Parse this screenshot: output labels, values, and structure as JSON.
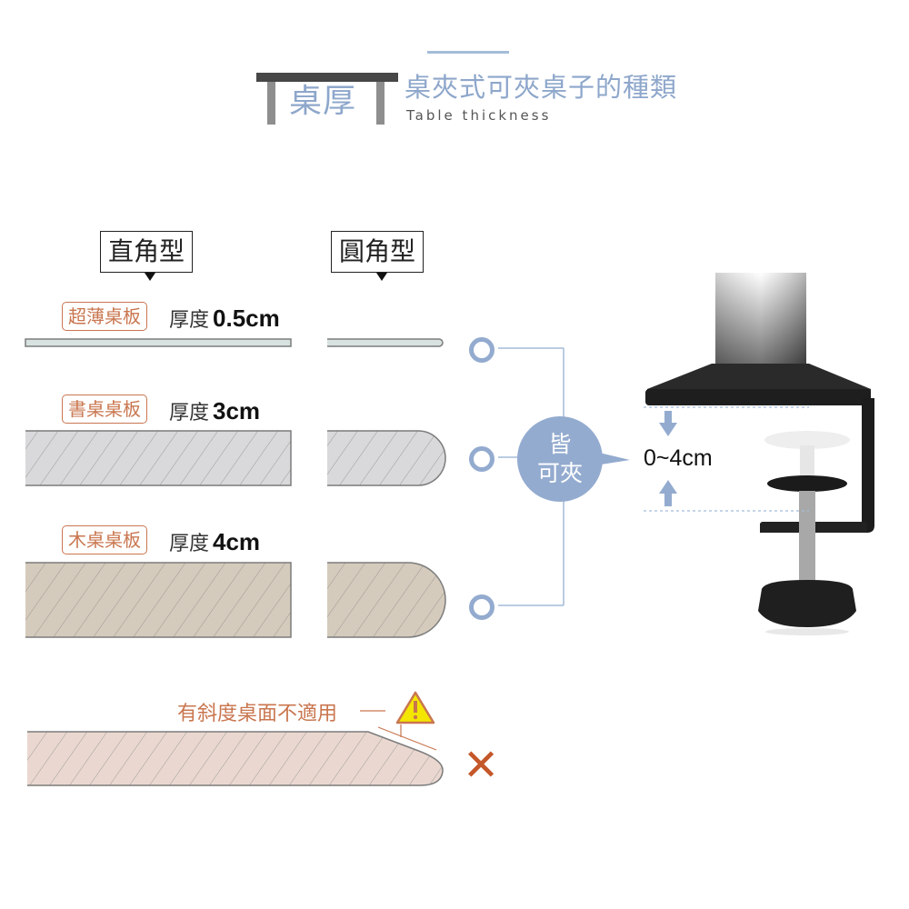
{
  "header": {
    "badge_text": "桌厚",
    "title": "桌夾式可夾桌子的種類",
    "subtitle": "Table thickness"
  },
  "edge_types": [
    {
      "label": "直角型"
    },
    {
      "label": "圓角型"
    }
  ],
  "boards": [
    {
      "tag": "超薄桌板",
      "thickness_label": "厚度",
      "thickness_value": "0.5cm",
      "fill": "#d7e2e1"
    },
    {
      "tag": "書桌桌板",
      "thickness_label": "厚度",
      "thickness_value": "3cm",
      "fill": "#d9d9db"
    },
    {
      "tag": "木桌桌板",
      "thickness_label": "厚度",
      "thickness_value": "4cm",
      "fill": "#d5cbbc"
    }
  ],
  "compatibility": {
    "bubble_line1": "皆",
    "bubble_line2": "可夾"
  },
  "clamp": {
    "range_label": "0~4cm"
  },
  "warning": {
    "text": "有斜度桌面不適用",
    "fill": "#ead8d0",
    "result_mark": "✕"
  },
  "colors": {
    "accent_blue": "#93abcf",
    "accent_orange": "#c9764f",
    "cross": "#c4582a"
  }
}
